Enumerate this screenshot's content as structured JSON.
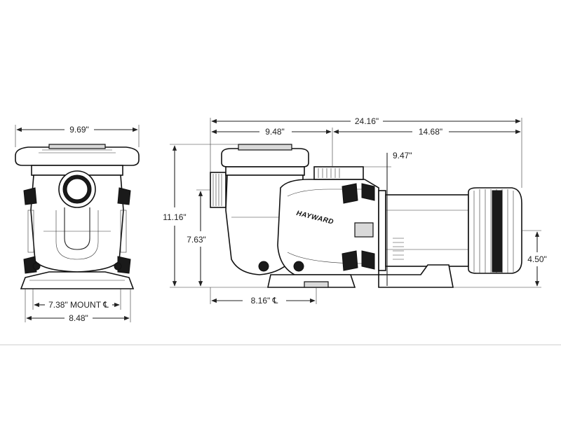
{
  "dimensions": {
    "front_width_top": "9.69\"",
    "front_mount": "7.38\" MOUNT ℄",
    "front_base_width": "8.48\"",
    "overall_length": "24.16\"",
    "pot_to_flange": "9.48\"",
    "flange_to_motor": "14.68\"",
    "outlet_height": "9.47\"",
    "overall_height": "11.16\"",
    "inlet_height": "7.63\"",
    "shaft_height": "4.50\"",
    "base_mount": "8.16\" ℄"
  },
  "brand": {
    "logo": "HAYWARD"
  }
}
